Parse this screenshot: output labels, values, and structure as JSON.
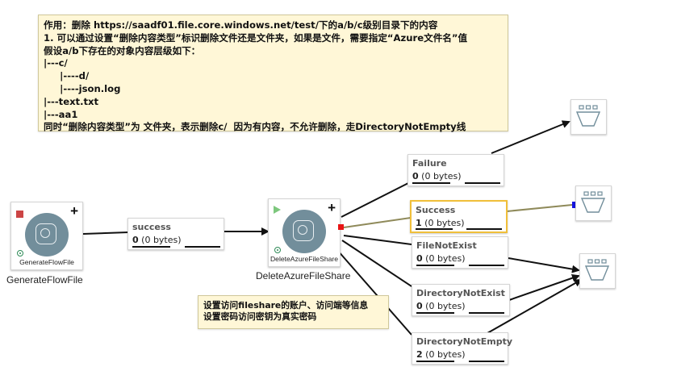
{
  "note_main": {
    "lines": [
      "作用：删除 https://saadf01.file.core.windows.net/test/下的a/b/c级别目录下的内容",
      "1. 可以通过设置“删除内容类型”标识删除文件还是文件夹，如果是文件，需要指定“Azure文件名”值",
      "假设a/b下存在的对象内容层级如下：",
      "|---c/",
      "     |----d/",
      "     |----json.log",
      "|---text.txt",
      "|---aa1",
      "同时“删除内容类型”为 文件夹，表示删除c/  因为有内容，不允许删除，走DirectoryNotEmpty线"
    ]
  },
  "note_small": {
    "lines": [
      "设置访问fileshare的账户、访问端等信息",
      "设置密码访问密钥为真实密码"
    ]
  },
  "processors": {
    "generate": {
      "inner_label": "GenerateFlowFile",
      "label": "GenerateFlowFile",
      "state": "stopped",
      "icon": "processor-icon"
    },
    "delete": {
      "inner_label": "DeleteAzureFileShare",
      "label": "DeleteAzureFileShare",
      "state": "running",
      "icon": "processor-icon"
    }
  },
  "connections": {
    "success_in": {
      "name": "success",
      "count": "0",
      "size": "(0 bytes)"
    },
    "failure": {
      "name": "Failure",
      "count": "0",
      "size": "(0 bytes)"
    },
    "success": {
      "name": "Success",
      "count": "1",
      "size": "(0 bytes)"
    },
    "file_not_exist": {
      "name": "FileNotExist",
      "count": "0",
      "size": "(0 bytes)"
    },
    "dir_not_exist": {
      "name": "DirectoryNotExist",
      "count": "0",
      "size": "(0 bytes)"
    },
    "dir_not_empty": {
      "name": "DirectoryNotEmpty",
      "count": "2",
      "size": "(0 bytes)"
    }
  },
  "funnels": [
    "funnel-icon",
    "funnel-icon",
    "funnel-icon"
  ],
  "colors": {
    "canvas": "#ffffff",
    "note": "#fff7d7",
    "processor_circle": "#728e9b",
    "selected_border": "#f0bf3a",
    "stop": "#cc4545",
    "run": "#7dc77d",
    "port_out": "#e81414",
    "port_in": "#1414e0"
  }
}
